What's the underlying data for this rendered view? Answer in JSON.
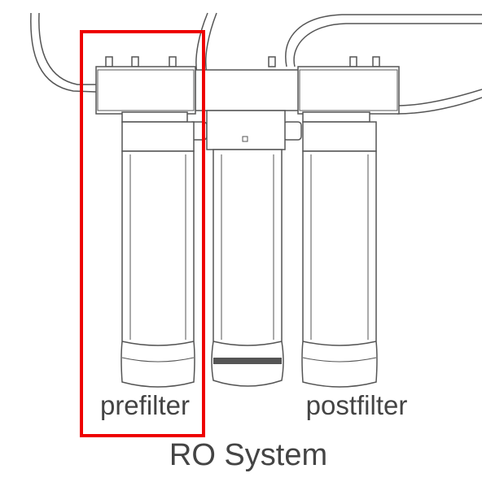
{
  "labels": {
    "prefilter": "prefilter",
    "postfilter": "postfilter",
    "system": "RO System"
  },
  "highlight": {
    "target": "prefilter",
    "color": "#ee0000"
  },
  "colors": {
    "line": "#555555",
    "fill": "#ffffff",
    "text": "#444444"
  }
}
